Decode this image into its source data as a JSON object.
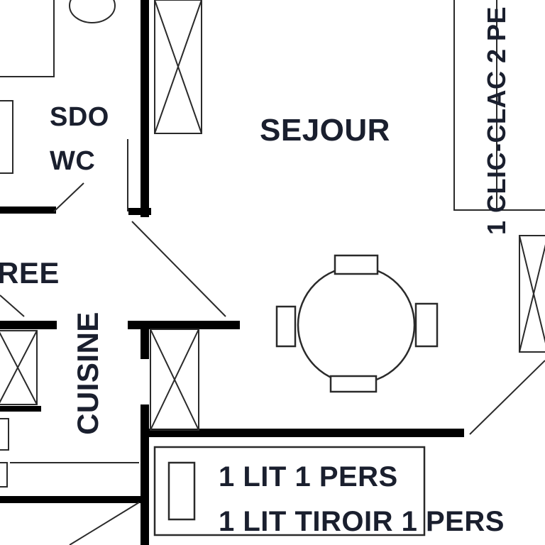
{
  "rooms": {
    "sdo": "SDO",
    "wc": "WC",
    "sejour": "SEJOUR",
    "entree": "REE",
    "cuisine": "CUISINE"
  },
  "furniture": {
    "clic_clac": "1 CLIC-CLAC 2 PE",
    "bed_single": "1 LIT 1 PERS",
    "bed_trundle": "1 LIT TIROIR 1 PERS"
  },
  "colors": {
    "wall": "#000000",
    "line": "#2a2a2a",
    "text": "#1a1f2e",
    "background": "#ffffff"
  }
}
